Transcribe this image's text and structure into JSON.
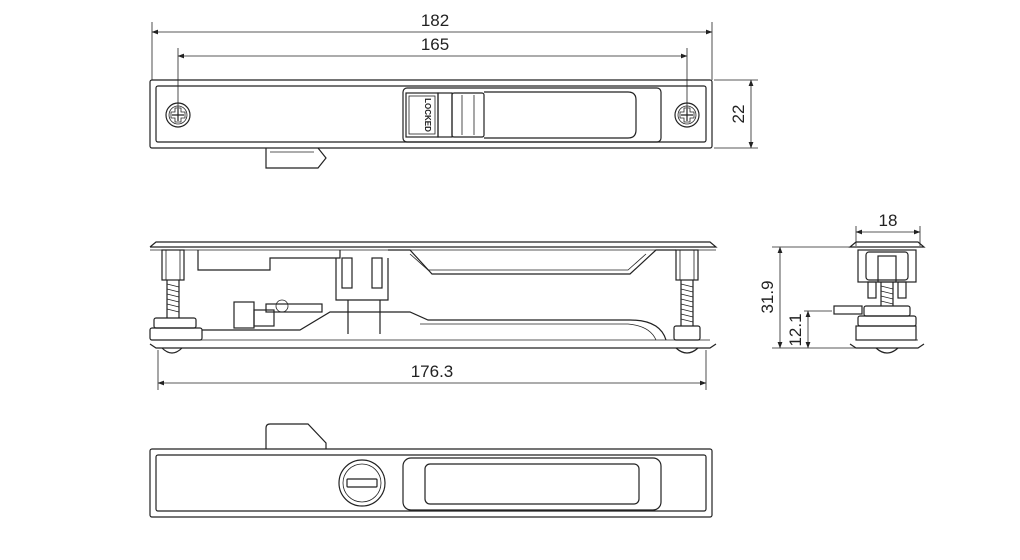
{
  "dimensions": {
    "overall_length": "182",
    "screw_spacing": "165",
    "face_width": "22",
    "body_length": "176.3",
    "side_width": "18",
    "side_height": "31.9",
    "hook_height": "12.1"
  },
  "handle_marking": "LOCKED"
}
